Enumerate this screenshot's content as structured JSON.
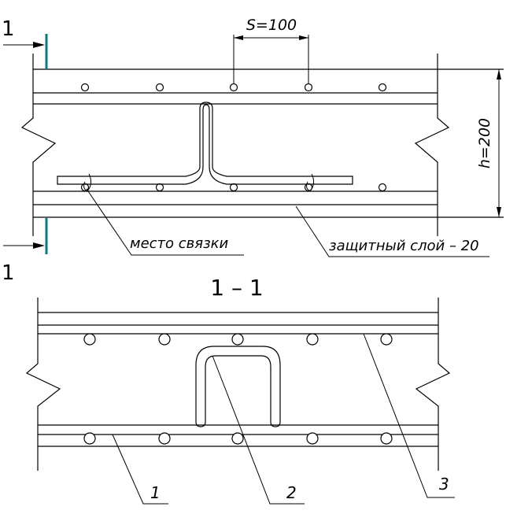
{
  "section_mark": "1",
  "spacing_label": "S=100",
  "height_label": "h=200",
  "tie_point_label": "место связки",
  "cover_label": "защитный слой – 20",
  "section_title": "1 – 1",
  "callouts": [
    "1",
    "2",
    "3"
  ],
  "colors": {
    "cut_line": "#0c7a78",
    "line": "#000000"
  }
}
